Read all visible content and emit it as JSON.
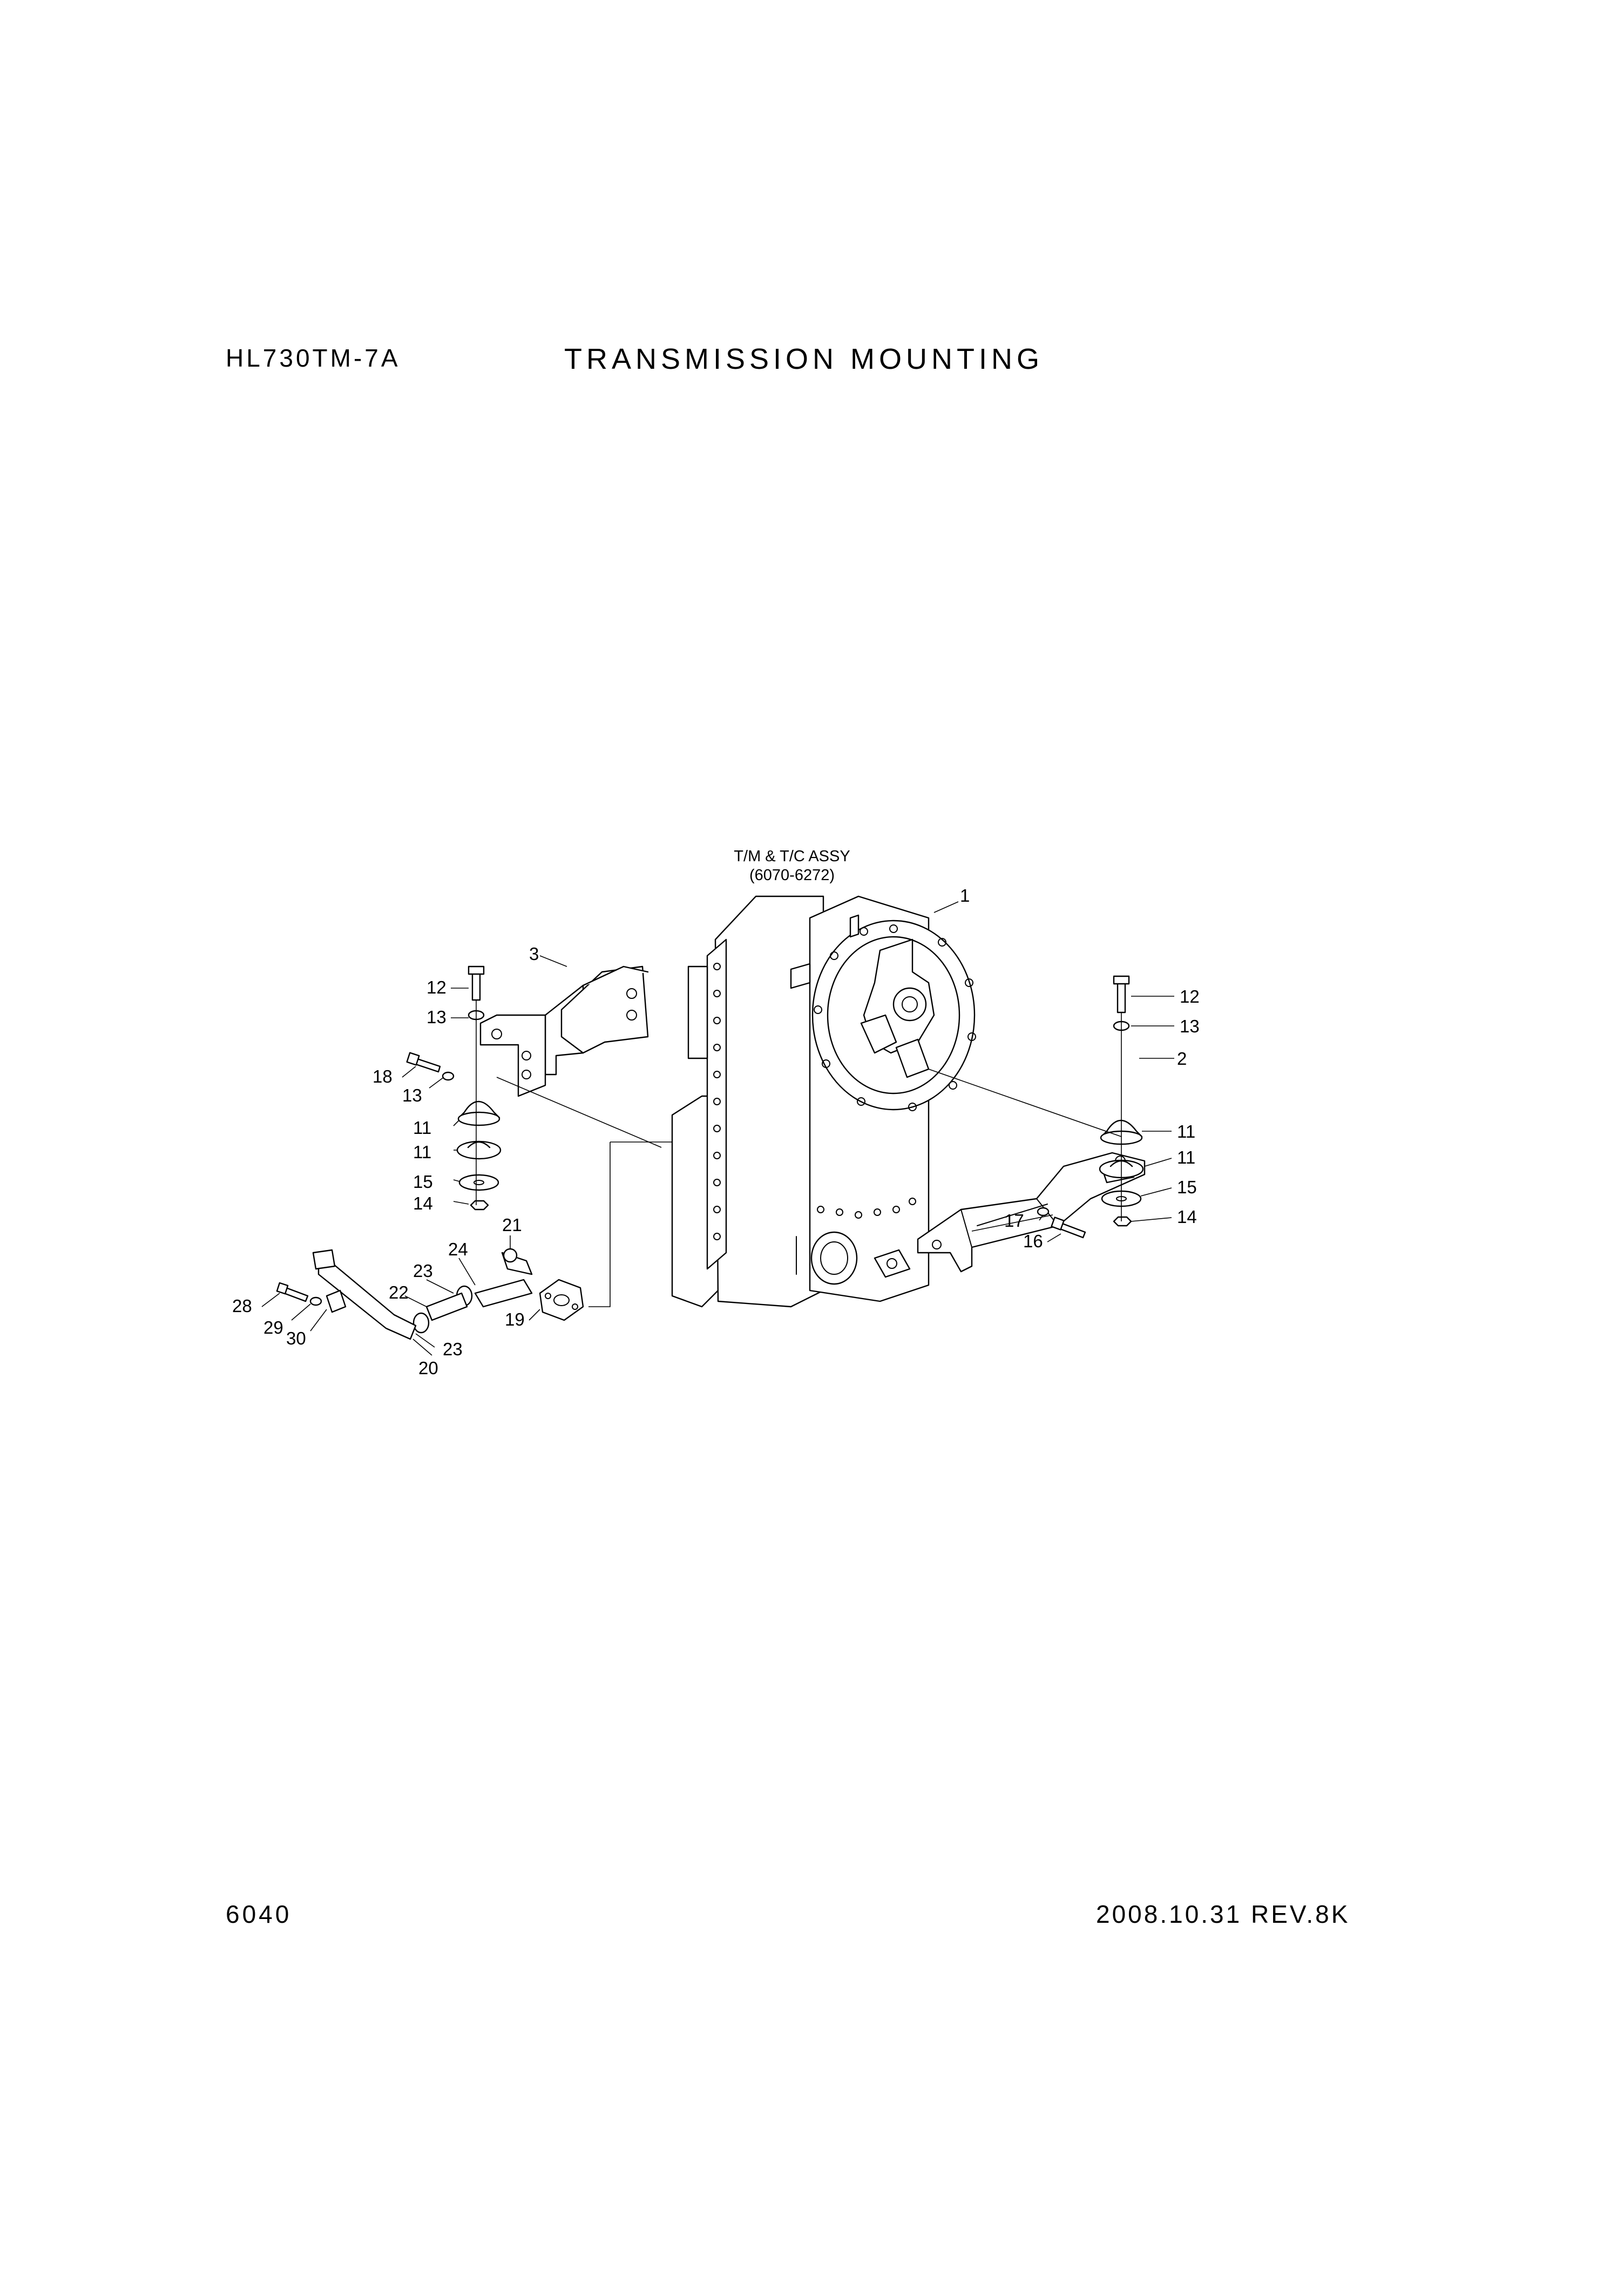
{
  "header": {
    "model": "HL730TM-7A",
    "title": "TRANSMISSION MOUNTING"
  },
  "footer": {
    "page": "6040",
    "revision": "2008.10.31  REV.8K"
  },
  "diagram": {
    "assembly_note": {
      "line1": "T/M & T/C ASSY",
      "line2": "(6070-6272)"
    },
    "callouts": {
      "c1": "1",
      "c2": "2",
      "c3": "3",
      "c11a": "11",
      "c11b": "11",
      "c11c": "11",
      "c11d": "11",
      "c12a": "12",
      "c12b": "12",
      "c13a": "13",
      "c13b": "13",
      "c13c": "13",
      "c14a": "14",
      "c14b": "14",
      "c15a": "15",
      "c15b": "15",
      "c16": "16",
      "c17": "17",
      "c18": "18",
      "c19": "19",
      "c20": "20",
      "c21": "21",
      "c22": "22",
      "c23a": "23",
      "c23b": "23",
      "c24": "24",
      "c28": "28",
      "c29": "29",
      "c30": "30"
    }
  }
}
